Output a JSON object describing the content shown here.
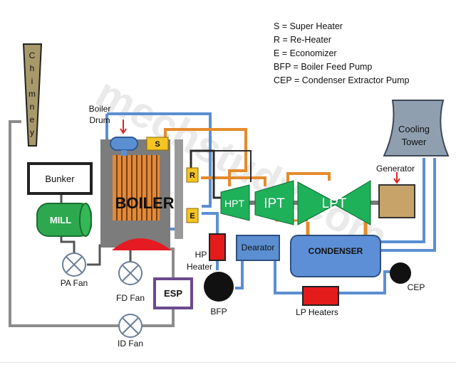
{
  "legend": [
    "S = Super Heater",
    "R = Re-Heater",
    "E = Economizer",
    "BFP = Boiler Feed Pump",
    "CEP = Condenser Extractor Pump"
  ],
  "watermark": "mechstudy.com",
  "labels": {
    "chimney": [
      "C",
      "h",
      "i",
      "m",
      "n",
      "e",
      "y"
    ],
    "bunker": "Bunker",
    "mill": "MILL",
    "pa_fan": "PA Fan",
    "fd_fan": "FD Fan",
    "id_fan": "ID Fan",
    "esp": "ESP",
    "boiler": "BOILER",
    "boiler_drum_line1": "Boiler",
    "boiler_drum_line2": "Drum",
    "super_heater": "S",
    "re_heater": "R",
    "economizer": "E",
    "hp_heater_line1": "HP",
    "hp_heater_line2": "Heater",
    "bfp": "BFP",
    "dearator": "Dearator",
    "lp_heaters": "LP Heaters",
    "hpt": "HPT",
    "ipt": "IPT",
    "lpt": "LPT",
    "generator": "Generator",
    "cooling_tower_line1": "Cooling",
    "cooling_tower_line2": "Tower",
    "condenser": "CONDENSER",
    "cep": "CEP"
  },
  "colors": {
    "water_pipe": "#5b8fd1",
    "steam_pipe": "#e58a2c",
    "reheat_pipe": "#2b2b2b",
    "flue_pipe": "#8c8c8c",
    "turbine": "#1fb05a",
    "condenser": "#5d8fd6",
    "heater": "#e31b1b",
    "tag": "#f4c423",
    "mill": "#2ea84e",
    "chimney": "#a8996b",
    "cooling_tower": "#8f9fb0",
    "generator": "#c7a36a",
    "furnace": "#e41b23",
    "esp_border": "#6b4a8e"
  }
}
